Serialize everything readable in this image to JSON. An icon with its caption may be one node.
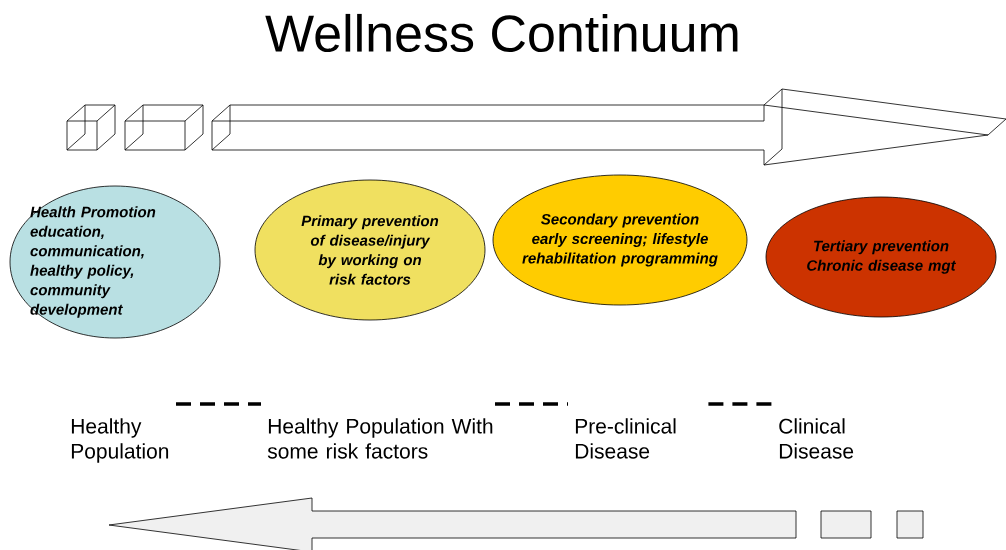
{
  "diagram": {
    "title": "Wellness Continuum",
    "nodes": [
      {
        "text": [
          "Health Promotion education, communication, healthy policy, community development"
        ]
      },
      {
        "text": [
          "Primary prevention of disease/injury by working on risk factors"
        ]
      },
      {
        "text": [
          "Secondary prevention early screening; lifestyle rehabilitation programming"
        ]
      },
      {
        "text": [
          "Tertiary prevention Chronic disease mgt"
        ]
      },
      {
        "text": [
          "Healthy Population"
        ]
      },
      {
        "text": [
          "Healthy Population With some risk factors"
        ]
      },
      {
        "text": [
          "Pre-clinical Disease"
        ]
      },
      {
        "text": [
          "Clinical Disease"
        ]
      }
    ],
    "edges": [
      {
        "from": 4,
        "to": 5,
        "arrow": "none",
        "style": "dashed"
      },
      {
        "from": 5,
        "to": 6,
        "arrow": "none",
        "style": "dashed"
      },
      {
        "from": 6,
        "to": 7,
        "arrow": "none",
        "style": "dashed"
      }
    ]
  }
}
